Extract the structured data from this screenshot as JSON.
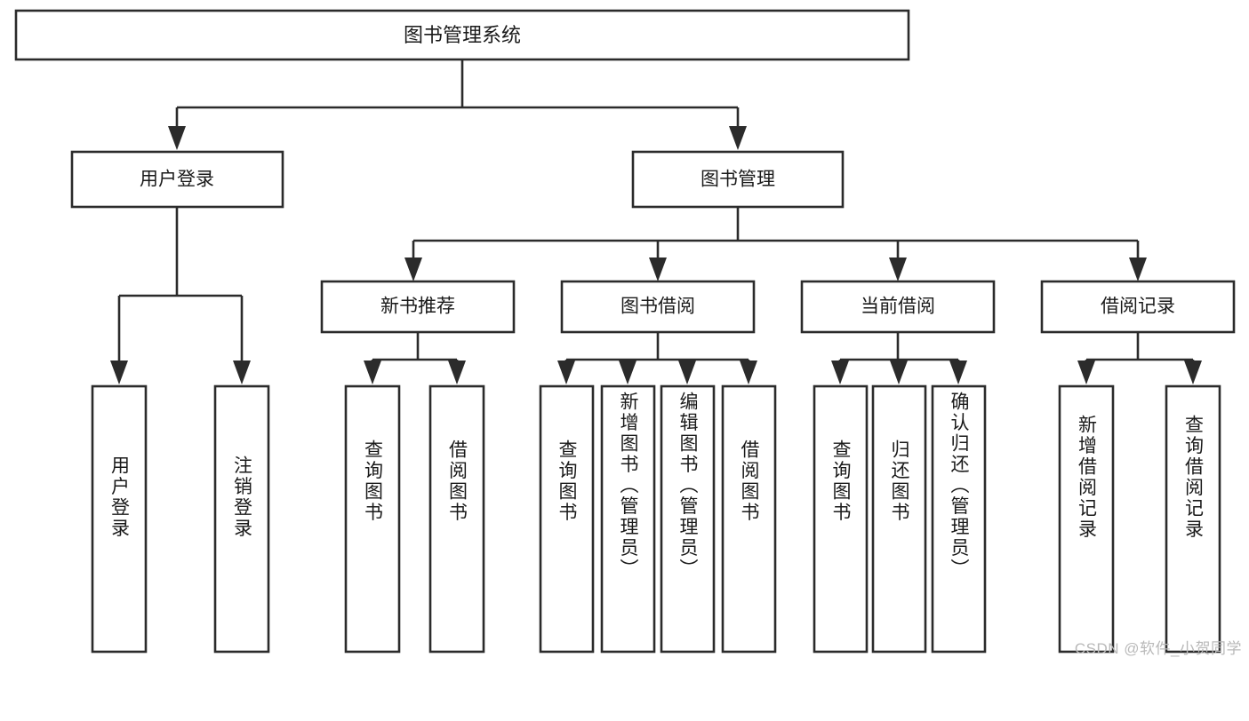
{
  "diagram": {
    "type": "tree-hierarchy-chart",
    "title": "图书管理系统",
    "orientation": "top-down",
    "colors": {
      "box_stroke": "#2b2b2b",
      "box_fill": "#ffffff",
      "connector": "#2b2b2b",
      "text": "#1a1a1a",
      "background": "#ffffff",
      "watermark": "#b9b9b9"
    }
  },
  "nodes": {
    "root": {
      "label": "图书管理系统"
    },
    "level1": [
      {
        "id": "user-login",
        "label": "用户登录"
      },
      {
        "id": "book-management",
        "label": "图书管理"
      }
    ],
    "level2": [
      {
        "id": "new-book-recommend",
        "label": "新书推荐",
        "parent": "book-management"
      },
      {
        "id": "book-borrow",
        "label": "图书借阅",
        "parent": "book-management"
      },
      {
        "id": "current-borrow",
        "label": "当前借阅",
        "parent": "book-management"
      },
      {
        "id": "borrow-record",
        "label": "借阅记录",
        "parent": "book-management"
      }
    ],
    "leaves": [
      {
        "id": "leaf-user-login",
        "label": "用户登录",
        "parent": "user-login"
      },
      {
        "id": "leaf-logout-login",
        "label": "注销登录",
        "parent": "user-login"
      },
      {
        "id": "leaf-query-book-1",
        "label": "查询图书",
        "parent": "new-book-recommend"
      },
      {
        "id": "leaf-borrow-book-1",
        "label": "借阅图书",
        "parent": "new-book-recommend"
      },
      {
        "id": "leaf-query-book-2",
        "label": "查询图书",
        "parent": "book-borrow"
      },
      {
        "id": "leaf-add-book",
        "label": "新增图书（管理员）",
        "parent": "book-borrow"
      },
      {
        "id": "leaf-edit-book",
        "label": "编辑图书（管理员）",
        "parent": "book-borrow"
      },
      {
        "id": "leaf-borrow-book-2",
        "label": "借阅图书",
        "parent": "book-borrow"
      },
      {
        "id": "leaf-query-book-3",
        "label": "查询图书",
        "parent": "current-borrow"
      },
      {
        "id": "leaf-return-book",
        "label": "归还图书",
        "parent": "current-borrow"
      },
      {
        "id": "leaf-confirm-return",
        "label": "确认归还（管理员）",
        "parent": "current-borrow"
      },
      {
        "id": "leaf-add-record",
        "label": "新增借阅记录",
        "parent": "borrow-record"
      },
      {
        "id": "leaf-query-record",
        "label": "查询借阅记录",
        "parent": "borrow-record"
      }
    ]
  },
  "watermark": {
    "text": "CSDN @软件_小贺同学"
  }
}
